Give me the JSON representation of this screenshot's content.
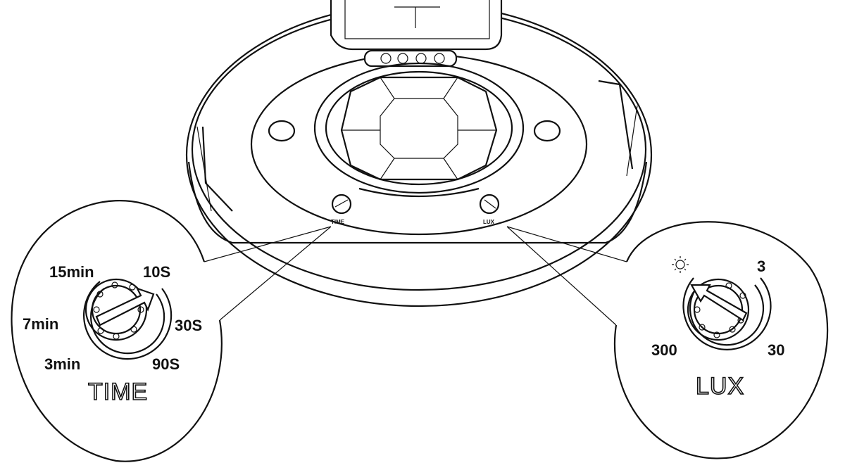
{
  "sensor": {
    "time_label_small": "TIME",
    "lux_label_small": "LUX"
  },
  "time_callout": {
    "title": "TIME",
    "options": [
      "15min",
      "10S",
      "7min",
      "30S",
      "3min",
      "90S"
    ]
  },
  "lux_callout": {
    "title": "LUX",
    "options": [
      "3",
      "300",
      "30"
    ],
    "icons": [
      "sun-icon"
    ]
  }
}
